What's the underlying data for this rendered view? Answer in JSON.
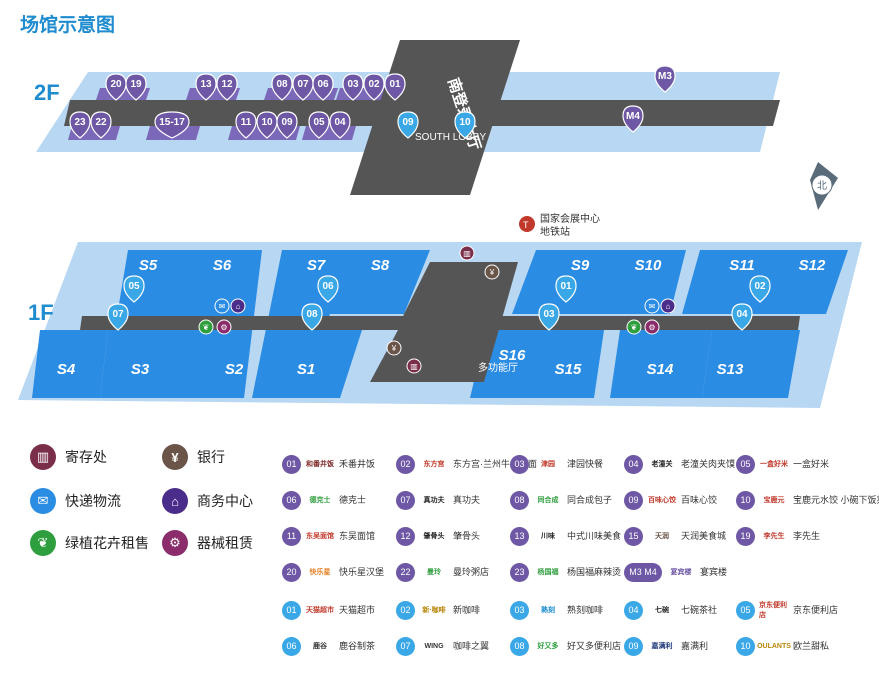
{
  "title": "场馆示意图",
  "floors": {
    "f2": "2F",
    "f1": "1F"
  },
  "colors": {
    "blue": "#2b8ce3",
    "lightblue": "#b8d7f3",
    "purple": "#6e57a5",
    "grey": "#4a4a4a",
    "pin_purple": "#6e57a5",
    "pin_blue": "#3aa7e6"
  },
  "f2_pins_top": [
    "20",
    "19",
    "13",
    "12",
    "08",
    "07",
    "06",
    "03",
    "02",
    "01"
  ],
  "f2_pins_bottom": [
    "23",
    "22",
    "15-17",
    "11",
    "10",
    "09",
    "05",
    "04"
  ],
  "f2_lobby_pins": [
    "09",
    "10"
  ],
  "f2_extra_pins": [
    "M3",
    "M4"
  ],
  "f2_lobby": {
    "name": "南登录大厅",
    "sub": "SOUTH LOBBY"
  },
  "compass": "北",
  "metro": {
    "line1": "国家会展中心",
    "line2": "地铁站"
  },
  "f1_zones": [
    "S5",
    "S6",
    "S7",
    "S8",
    "S9",
    "S10",
    "S11",
    "S12",
    "S4",
    "S3",
    "S2",
    "S1",
    "S16",
    "S15",
    "S14",
    "S13"
  ],
  "f1_multi": "多功能厅",
  "f1_pins": [
    "05",
    "07",
    "06",
    "08",
    "01",
    "03",
    "02",
    "04"
  ],
  "legend": [
    {
      "icon": "locker-icon",
      "label": "寄存处",
      "color": "#7a2e4a",
      "glyph": "▥"
    },
    {
      "icon": "bank-icon",
      "label": "银行",
      "color": "#6b5548",
      "glyph": "¥"
    },
    {
      "icon": "express-icon",
      "label": "快递物流",
      "color": "#2b8ce3",
      "glyph": "✉"
    },
    {
      "icon": "business-icon",
      "label": "商务中心",
      "color": "#4a2d8a",
      "glyph": "⌂"
    },
    {
      "icon": "plant-icon",
      "label": "绿植花卉租售",
      "color": "#2f9e3f",
      "glyph": "❦"
    },
    {
      "icon": "equipment-icon",
      "label": "器械租赁",
      "color": "#8a2d6a",
      "glyph": "⚙"
    }
  ],
  "f2_stores": [
    {
      "num": "01",
      "name": "禾番井饭",
      "logo": "和番井饭",
      "color": "#7a1f1f"
    },
    {
      "num": "02",
      "name": "东方宫·兰州牛肉拉面",
      "logo": "东方宫",
      "color": "#c0392b"
    },
    {
      "num": "03",
      "name": "津园快餐",
      "logo": "津园",
      "color": "#c0392b"
    },
    {
      "num": "04",
      "name": "老潼关肉夹馍",
      "logo": "老潼关",
      "color": "#222222"
    },
    {
      "num": "05",
      "name": "一盒好米",
      "logo": "一盒好米",
      "color": "#c0392b"
    },
    {
      "num": "06",
      "name": "德克士",
      "logo": "德克士",
      "color": "#2f9e3f"
    },
    {
      "num": "07",
      "name": "真功夫",
      "logo": "真功夫",
      "color": "#222222"
    },
    {
      "num": "08",
      "name": "同合成包子",
      "logo": "同合成",
      "color": "#2f9e3f"
    },
    {
      "num": "09",
      "name": "百味心饺",
      "logo": "百味心饺",
      "color": "#c0392b"
    },
    {
      "num": "10",
      "name": "宝鹿元水饺 小碗下饭菜",
      "logo": "宝鹿元",
      "color": "#c0392b"
    },
    {
      "num": "11",
      "name": "东吴面馆",
      "logo": "东吴面馆",
      "color": "#c0392b"
    },
    {
      "num": "12",
      "name": "肇骨头",
      "logo": "肇骨头",
      "color": "#222222"
    },
    {
      "num": "13",
      "name": "中式川味美食",
      "logo": "川味",
      "color": "#222222"
    },
    {
      "num": "15",
      "name": "天润美食城",
      "logo": "天润",
      "color": "#6b5548"
    },
    {
      "num": "19",
      "name": "李先生",
      "logo": "李先生",
      "color": "#c0392b"
    },
    {
      "num": "20",
      "name": "快乐星汉堡",
      "logo": "快乐星",
      "color": "#e67e22"
    },
    {
      "num": "22",
      "name": "曼玲粥店",
      "logo": "曼玲",
      "color": "#2f9e3f"
    },
    {
      "num": "23",
      "name": "杨国福麻辣烫",
      "logo": "杨国福",
      "color": "#2f9e3f"
    },
    {
      "num": "M3 M4",
      "name": "宴宾楼",
      "logo": "宴宾楼",
      "color": "#6e57a5"
    }
  ],
  "f1_stores": [
    {
      "num": "01",
      "name": "天猫超市",
      "logo": "天猫超市",
      "color": "#c0392b"
    },
    {
      "num": "02",
      "name": "新咖啡",
      "logo": "新·咖啡",
      "color": "#b8860b"
    },
    {
      "num": "03",
      "name": "熟刻咖啡",
      "logo": "熟刻",
      "color": "#1e8ccf"
    },
    {
      "num": "04",
      "name": "七碗茶社",
      "logo": "七碗",
      "color": "#222222"
    },
    {
      "num": "05",
      "name": "京东便利店",
      "logo": "京东便利店",
      "color": "#c0392b"
    },
    {
      "num": "06",
      "name": "鹿谷制茶",
      "logo": "鹿谷",
      "color": "#333333"
    },
    {
      "num": "07",
      "name": "咖啡之翼",
      "logo": "WING",
      "color": "#333333"
    },
    {
      "num": "08",
      "name": "好又多便利店",
      "logo": "好又多",
      "color": "#2f9e3f"
    },
    {
      "num": "09",
      "name": "嘉满利",
      "logo": "嘉满利",
      "color": "#1f3a7a"
    },
    {
      "num": "10",
      "name": "欧兰甜私",
      "logo": "OULANTS",
      "color": "#b8860b"
    }
  ]
}
